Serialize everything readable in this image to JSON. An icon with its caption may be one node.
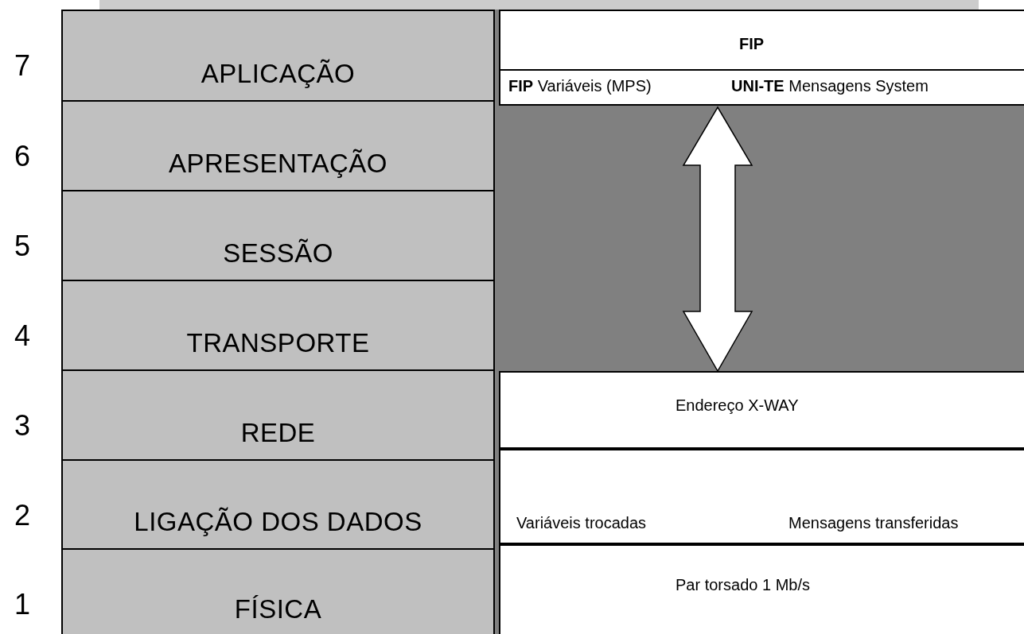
{
  "diagram": {
    "nodes": [
      {
        "text": [
          "APLICAÇÃO"
        ]
      },
      {
        "text": [
          "APRESENTAÇÃO"
        ]
      },
      {
        "text": [
          "SESSÃO"
        ]
      },
      {
        "text": [
          "TRANSPORTE"
        ]
      },
      {
        "text": [
          "REDE"
        ]
      },
      {
        "text": [
          "LIGAÇÃO DOS DADOS"
        ]
      },
      {
        "text": [
          "FÍSICA"
        ]
      },
      {
        "text": [
          "FIP",
          "**FIP** Variáveis (MPS)",
          "**UNI-TE** Mensagens System"
        ]
      },
      {
        "text": [],
        "shape": "box"
      },
      {
        "text": [
          "Endereço X-WAY"
        ]
      },
      {
        "text": [
          "Variáveis trocadas",
          "Mensagens transferidas"
        ]
      },
      {
        "text": [
          "Par torsado  1 Mb/s"
        ]
      }
    ],
    "edges": [
      {
        "from": 7,
        "to": 9,
        "arrow": "both"
      }
    ],
    "labels": [
      "7",
      "6",
      "5",
      "4",
      "3",
      "2",
      "1"
    ]
  }
}
